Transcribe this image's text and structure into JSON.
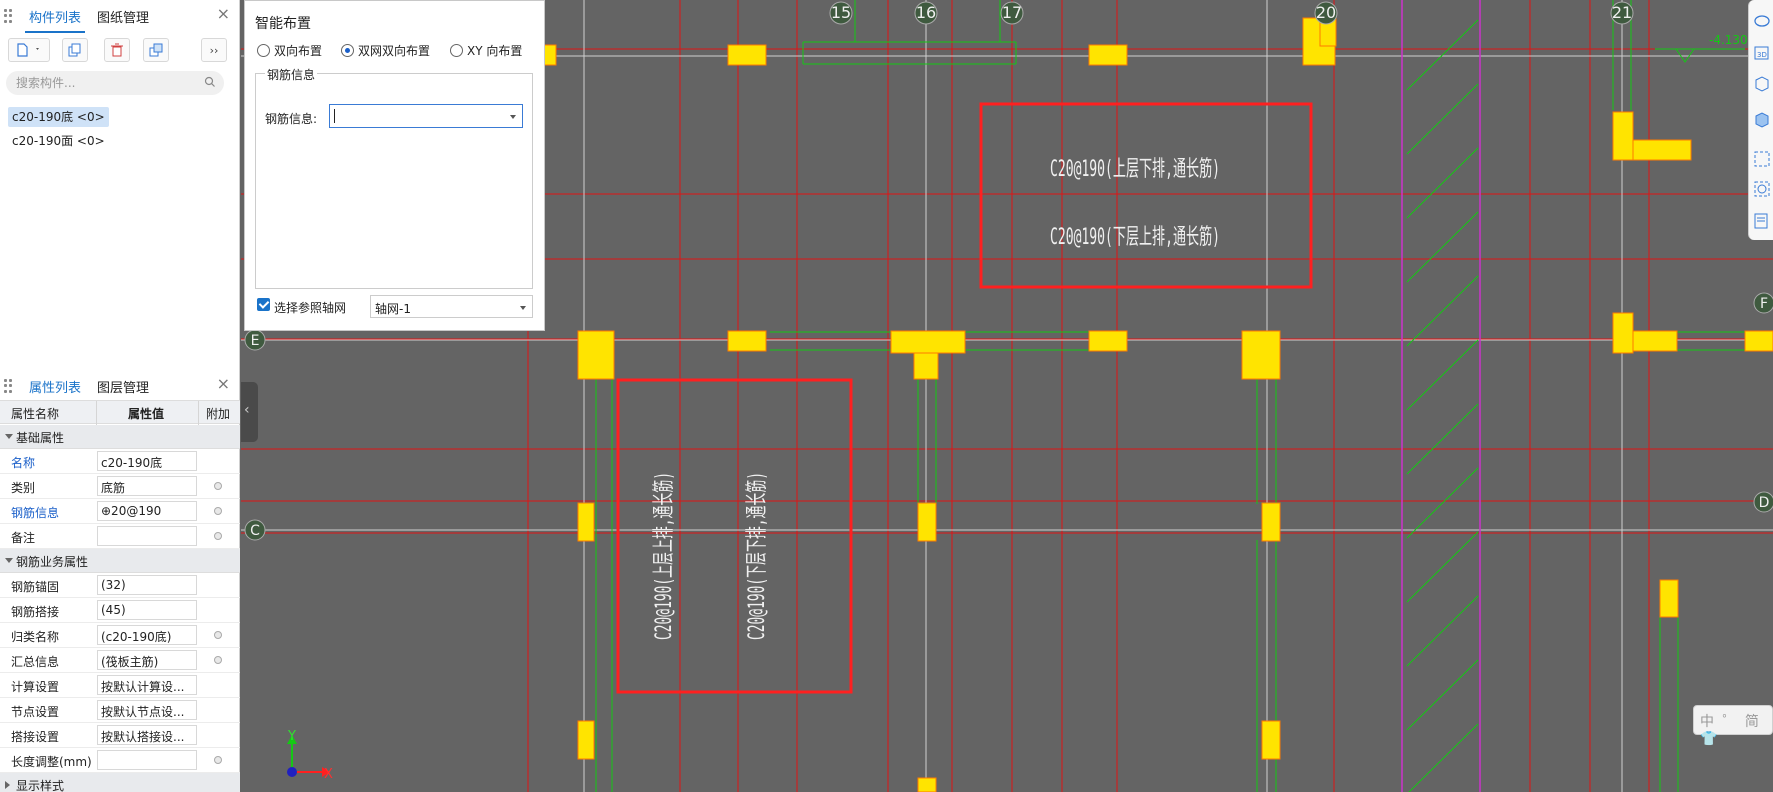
{
  "component_panel": {
    "tabs": [
      "构件列表",
      "图纸管理"
    ],
    "close": "×",
    "toolbar": [
      "new-component",
      "copy-component",
      "delete-component",
      "copy-to-layer",
      "more"
    ],
    "search_placeholder": "搜索构件...",
    "items": [
      {
        "label": "c20-190底 <0>",
        "selected": true
      },
      {
        "label": "c20-190面 <0>",
        "selected": false
      }
    ]
  },
  "property_panel": {
    "tabs": [
      "属性列表",
      "图层管理"
    ],
    "close": "×",
    "columns": [
      "属性名称",
      "属性值",
      "附加"
    ],
    "groups": [
      {
        "title": "基础属性",
        "rows": [
          {
            "name": "名称",
            "value": "c20-190底",
            "highlight": true,
            "extra": false
          },
          {
            "name": "类别",
            "value": "底筋",
            "highlight": false,
            "extra": true
          },
          {
            "name": "钢筋信息",
            "value": "⊕20@190",
            "highlight": true,
            "extra": true
          },
          {
            "name": "备注",
            "value": "",
            "highlight": false,
            "extra": true
          }
        ]
      },
      {
        "title": "钢筋业务属性",
        "rows": [
          {
            "name": "钢筋锚固",
            "value": "(32)",
            "highlight": false,
            "extra": false
          },
          {
            "name": "钢筋搭接",
            "value": "(45)",
            "highlight": false,
            "extra": false
          },
          {
            "name": "归类名称",
            "value": "(c20-190底)",
            "highlight": false,
            "extra": true
          },
          {
            "name": "汇总信息",
            "value": "(筏板主筋)",
            "highlight": false,
            "extra": true
          },
          {
            "name": "计算设置",
            "value": "按默认计算设...",
            "highlight": false,
            "extra": false
          },
          {
            "name": "节点设置",
            "value": "按默认节点设...",
            "highlight": false,
            "extra": false
          },
          {
            "name": "搭接设置",
            "value": "按默认搭接设...",
            "highlight": false,
            "extra": false
          },
          {
            "name": "长度调整(mm)",
            "value": "",
            "highlight": false,
            "extra": true
          }
        ]
      },
      {
        "title": "显示样式",
        "rows": []
      }
    ]
  },
  "dialog": {
    "title": "智能布置",
    "options": [
      {
        "label": "双向布置",
        "checked": false
      },
      {
        "label": "双网双向布置",
        "checked": true
      },
      {
        "label": "XY 向布置",
        "checked": false
      }
    ],
    "group_title": "钢筋信息",
    "field_label": "钢筋信息:",
    "field_value": "",
    "checkbox_label": "选择参照轴网",
    "checkbox_checked": true,
    "axis_select": "轴网-1"
  },
  "drawing": {
    "axis_labels": {
      "top": [
        "15",
        "16",
        "17",
        "20",
        "21"
      ],
      "left": [
        "E",
        "C"
      ],
      "right": [
        "F",
        "D"
      ]
    },
    "elevation": "-4.130",
    "rebar_box_1": {
      "text_top": "C20@190(上层下排,通长筋)",
      "text_bottom": "C20@190(下层上排,通长筋)"
    },
    "rebar_box_2": {
      "text_left": "C20@190(上层上排,通长筋)",
      "text_right": "C20@190(下层下排,通长筋)"
    },
    "ucs": {
      "x": "X",
      "y": "Y"
    },
    "colors": {
      "background": "#646464",
      "grid": "#e01414",
      "column": "#ffe400",
      "outline": "#14c814",
      "magenta": "#cc33cc",
      "annotation": "#f0f0f0"
    }
  },
  "right_toolbar": [
    "view-cube-icon",
    "3d-icon",
    "box-view-icon",
    "solid-view-icon",
    "select-frame-icon",
    "dynamic-view-icon",
    "properties-icon"
  ],
  "ime": {
    "text": "中 ゜ 简 👕"
  }
}
